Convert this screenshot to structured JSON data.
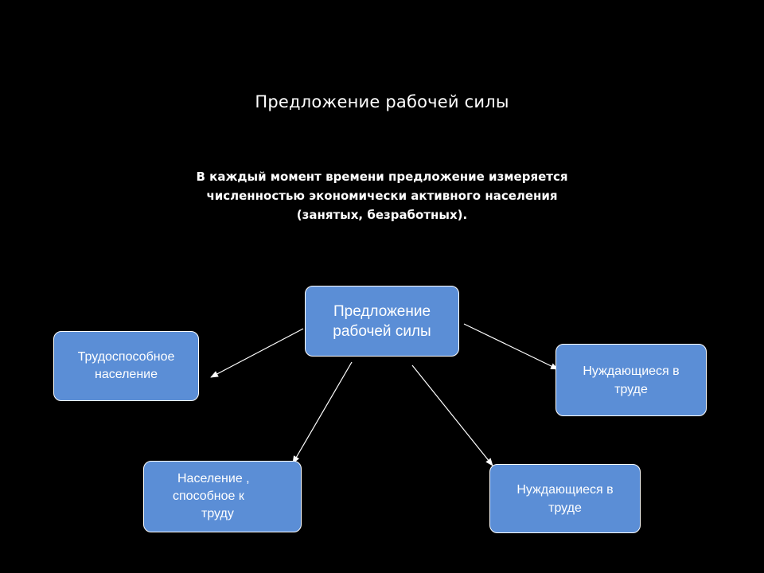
{
  "title": "Предложение рабочей силы",
  "subtitle": {
    "lines": [
      "В каждый момент времени предложение измеряется",
      "численностью экономически   активного населения",
      "(занятых, безработных)."
    ]
  },
  "nodes": {
    "center": {
      "lines": [
        "Предложение",
        "рабочей силы"
      ]
    },
    "left": {
      "lines": [
        "Трудоспособное",
        "население"
      ]
    },
    "right": {
      "lines": [
        "Нуждающиеся в",
        "труде"
      ]
    },
    "bottom_left": {
      "lines": [
        "Население ,",
        "способное к",
        "труду"
      ]
    },
    "bottom_right": {
      "lines": [
        "Нуждающиеся в",
        "труде"
      ]
    }
  },
  "colors": {
    "background": "#000000",
    "node_fill": "#5b8ed6",
    "node_border": "#ffffff",
    "arrow": "#ffffff",
    "text": "#ffffff"
  }
}
